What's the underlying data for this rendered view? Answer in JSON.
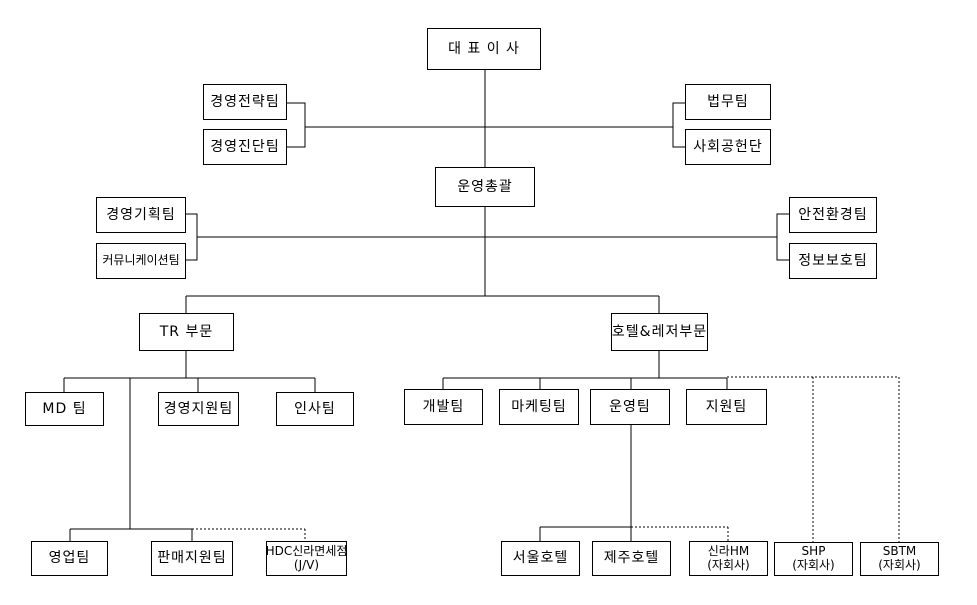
{
  "ceo": "대 표 이 사",
  "strategy_team": "경영전략팀",
  "diagnosis_team": "경영진단팀",
  "legal_team": "법무팀",
  "social_team": "사회공헌단",
  "ops_general": "운영총괄",
  "planning_team": "경영기획팀",
  "comm_team": "커뮤니케이션팀",
  "safety_team": "안전환경팀",
  "infosec_team": "정보보호팀",
  "tr_division": "TR 부문",
  "hotel_division": "호텔&레저부문",
  "md_team": "MD 팀",
  "mgmt_support_team": "경영지원팀",
  "hr_team": "인사팀",
  "dev_team": "개발팀",
  "marketing_team": "마케팅팀",
  "operation_team": "운영팀",
  "support_team": "지원팀",
  "sales_team": "영업팀",
  "sales_support_team": "판매지원팀",
  "hdc_store": {
    "line1": "HDC신라면세점",
    "line2": "(J/V)"
  },
  "seoul_hotel": "서울호텔",
  "jeju_hotel": "제주호텔",
  "shilla_hm": {
    "line1": "신라HM",
    "line2": "(자회사)"
  },
  "shp": {
    "line1": "SHP",
    "line2": "(자회사)"
  },
  "sbtm": {
    "line1": "SBTM",
    "line2": "(자회사)"
  }
}
